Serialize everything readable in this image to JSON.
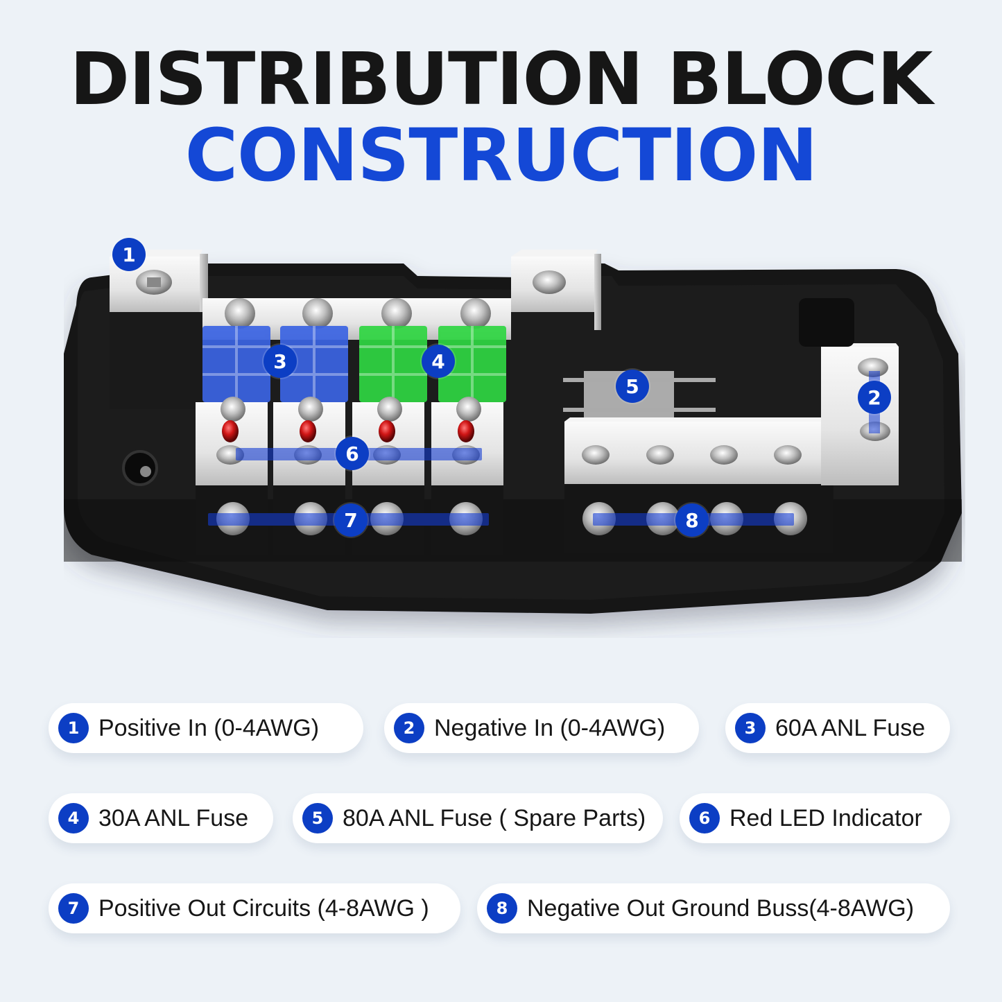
{
  "header": {
    "title_line1": "DISTRIBUTION BLOCK",
    "title_line2": "CONSTRUCTION"
  },
  "colors": {
    "background": "#edf2f7",
    "accent_blue": "#1448d6",
    "marker_blue": "#0c3ec4",
    "title_black": "#161616",
    "fuse_blue": "#3a66e0",
    "fuse_green": "#2bd43a",
    "led_red": "#d11a1a",
    "housing": "#121212"
  },
  "diagram": {
    "markers": [
      {
        "id": "1",
        "target": "positive-in-terminal"
      },
      {
        "id": "2",
        "target": "negative-in-terminal"
      },
      {
        "id": "3",
        "target": "60a-fuses"
      },
      {
        "id": "4",
        "target": "30a-fuses"
      },
      {
        "id": "5",
        "target": "80a-spare-fuse"
      },
      {
        "id": "6",
        "target": "red-led-row"
      },
      {
        "id": "7",
        "target": "positive-out-screws"
      },
      {
        "id": "8",
        "target": "negative-out-screws"
      }
    ]
  },
  "legend": [
    {
      "num": "1",
      "label": "Positive In (0-4AWG)"
    },
    {
      "num": "2",
      "label": "Negative In (0-4AWG)"
    },
    {
      "num": "3",
      "label": "60A ANL Fuse"
    },
    {
      "num": "4",
      "label": "30A ANL Fuse"
    },
    {
      "num": "5",
      "label": "80A ANL Fuse ( Spare Parts)"
    },
    {
      "num": "6",
      "label": "Red LED Indicator"
    },
    {
      "num": "7",
      "label": "Positive Out Circuits (4-8AWG )"
    },
    {
      "num": "8",
      "label": "Negative Out Ground Buss(4-8AWG)"
    }
  ]
}
